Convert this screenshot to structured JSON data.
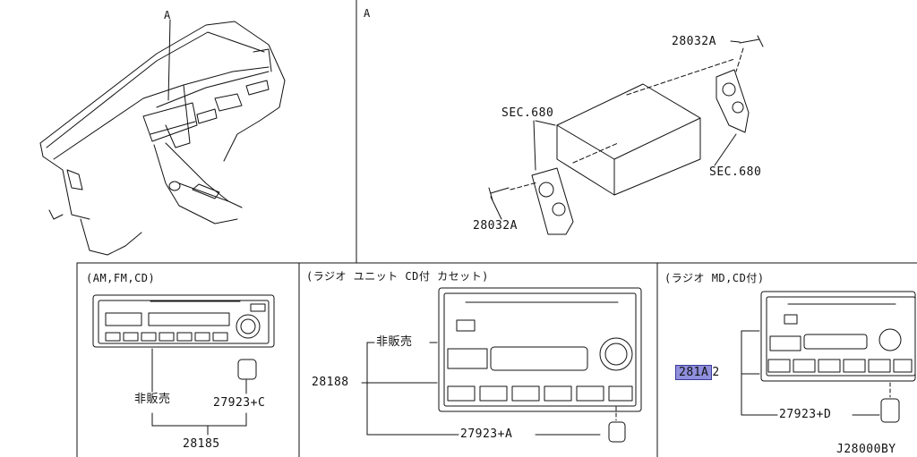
{
  "top_left": {
    "label_a": "A"
  },
  "top_right": {
    "label_a": "A",
    "part_28032a_top": "28032A",
    "sec_left": "SEC.680",
    "sec_right": "SEC.680",
    "part_28032a_bottom": "28032A"
  },
  "panel_am": {
    "title": "(AM,FM,CD)",
    "not_for_sale": "非販売",
    "part_knob": "27923+C",
    "part_unit": "28185"
  },
  "panel_radio_cd": {
    "title": "(ラジオ ユニット CD付 カセット)",
    "not_for_sale": "非販売",
    "part_unit": "28188",
    "part_knob": "27923+A"
  },
  "panel_radio_md": {
    "title": "(ラジオ MD,CD付)",
    "part_unit_highlight": "281A",
    "part_unit_suffix": "2",
    "part_knob": "27923+D"
  },
  "diagram_id": "J28000BY",
  "colors": {
    "highlight": "#8f8fdc",
    "line": "#111111"
  }
}
